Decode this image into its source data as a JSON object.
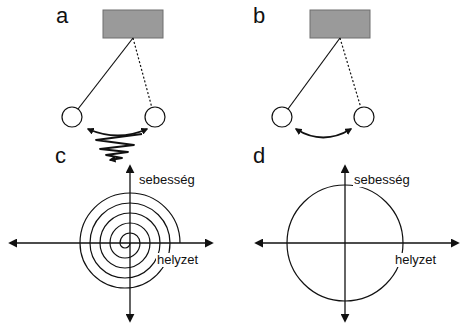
{
  "diagram": {
    "labels": [
      "a",
      "b",
      "c",
      "sebesség",
      "d",
      "sebesség",
      "helyzet",
      "helyzet"
    ]
  }
}
